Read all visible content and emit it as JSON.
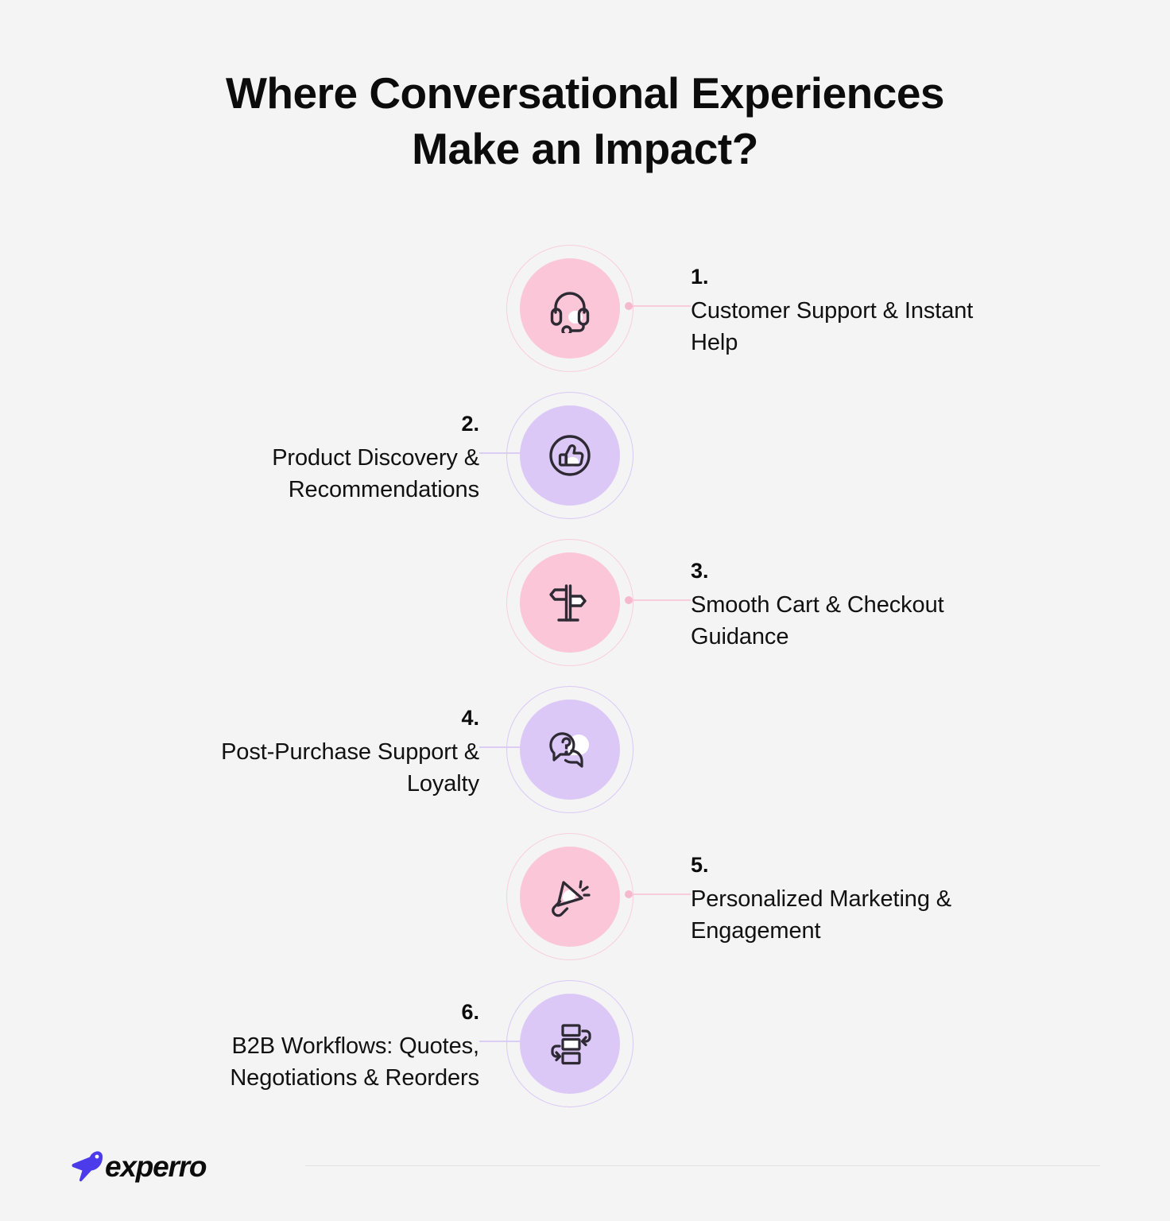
{
  "page": {
    "background_color": "#F4F4F4",
    "text_color": "#111111"
  },
  "title": {
    "line1": "Where Conversational Experiences",
    "line2": "Make an Impact?"
  },
  "theme_colors": {
    "pink_fill": "#FBC6D8",
    "pink_ring": "#F9CEDC",
    "purple_fill": "#DCC8F6",
    "purple_ring": "#D9C9F6",
    "icon_stroke": "#2E2A34",
    "brand_indigo": "#4B3BEB"
  },
  "items": [
    {
      "number": "1.",
      "label": "Customer Support & Instant Help",
      "icon": "headset-icon",
      "theme": "pink",
      "side": "right"
    },
    {
      "number": "2.",
      "label": "Product Discovery & Recommendations",
      "icon": "thumbs-up-icon",
      "theme": "purple",
      "side": "left"
    },
    {
      "number": "3.",
      "label": "Smooth Cart & Checkout Guidance",
      "icon": "signpost-icon",
      "theme": "pink",
      "side": "right"
    },
    {
      "number": "4.",
      "label": "Post-Purchase Support & Loyalty",
      "icon": "question-chat-bubbles-icon",
      "theme": "purple",
      "side": "left"
    },
    {
      "number": "5.",
      "label": "Personalized Marketing & Engagement",
      "icon": "megaphone-icon",
      "theme": "pink",
      "side": "right"
    },
    {
      "number": "6.",
      "label": "B2B Workflows: Quotes, Negotiations & Reorders",
      "icon": "workflow-icon",
      "theme": "purple",
      "side": "left"
    }
  ],
  "footer": {
    "logo_text": "experro",
    "logo_mark": "bird-icon"
  }
}
